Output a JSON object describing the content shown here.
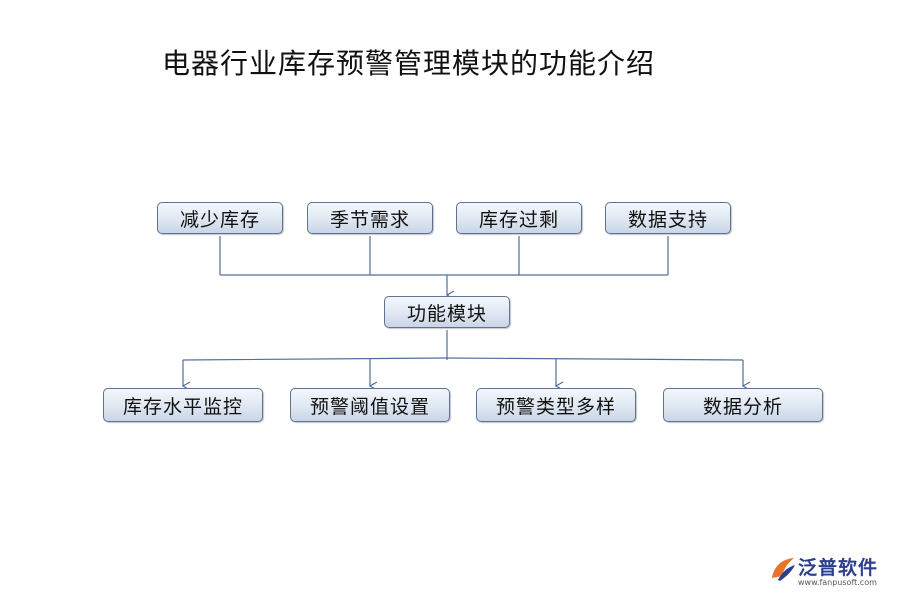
{
  "title": "电器行业库存预警管理模块的功能介绍",
  "top_nodes": [
    {
      "label": "减少库存"
    },
    {
      "label": "季节需求"
    },
    {
      "label": "库存过剩"
    },
    {
      "label": "数据支持"
    }
  ],
  "center_node": {
    "label": "功能模块"
  },
  "bottom_nodes": [
    {
      "label": "库存水平监控"
    },
    {
      "label": "预警阈值设置"
    },
    {
      "label": "预警类型多样"
    },
    {
      "label": "数据分析"
    }
  ],
  "logo": {
    "name": "泛普软件",
    "url": "www.fanpusoft.com",
    "icon": "fanpu-logo-mark",
    "colors": {
      "primary": "#2b3f8c",
      "accent": "#e8732a"
    }
  },
  "colors": {
    "node_border": "#5d7390",
    "node_fill": "#dfe7f2",
    "connector": "#4f6f9a"
  }
}
